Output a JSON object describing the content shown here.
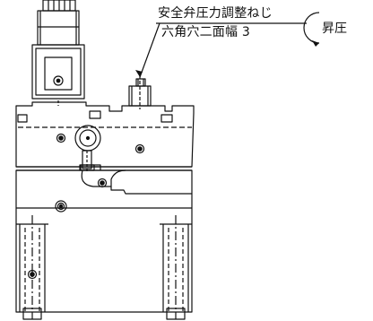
{
  "callout": {
    "line1": "安全弁圧力調整ねじ",
    "line2": "六角穴二面幅 3",
    "rotation_label": "昇圧"
  },
  "colors": {
    "line": "#111111",
    "background": "#ffffff"
  }
}
